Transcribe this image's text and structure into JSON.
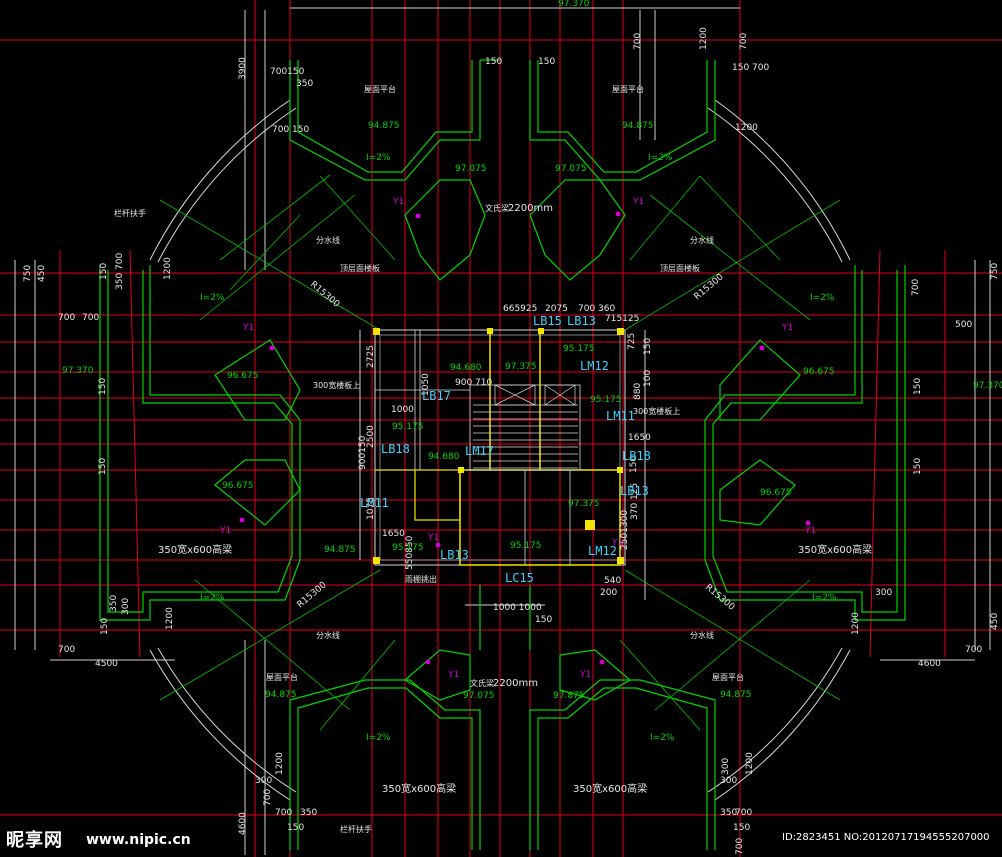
{
  "colors": {
    "background": "#000000",
    "axis_red": "#e0001a",
    "wall_green": "#00d400",
    "dim_white": "#e6e6e6",
    "label_yellow": "#f2e600",
    "room_white": "#d8d8d8",
    "cyan_label": "#34d4ff",
    "magenta": "#d000d0"
  },
  "dims": {
    "top_9737": "97.370",
    "left_3900": "3900",
    "left_700150": "700150",
    "left_350": "350",
    "left_700150b": "700 150",
    "right_700": "700",
    "right_1200": "1200",
    "right_700b": "700",
    "right_150700": "150 700",
    "right_1200b": "1200",
    "left_450": "450",
    "left_750": "750",
    "d_1200a": "1200",
    "d_350a": "350",
    "d_700a": "700",
    "d_150a": "150",
    "d_700700": "700",
    "d_700700b": "700",
    "right_750": "750",
    "right_450": "450",
    "right_500": "500",
    "c_150a": "150",
    "c_150b": "150",
    "c_150c": "150",
    "c_150d": "150",
    "c_150e": "150",
    "c_150f": "150",
    "d_4500": "4500",
    "d_4600": "4600",
    "d_4600b": "4600",
    "d_2725": "2725",
    "d_2500": "2500",
    "d_900150": "900150",
    "d_1075": "1075",
    "d_1000a": "1000",
    "d_1050": "1050",
    "d_900_710": "900 710",
    "d_1650a": "1650",
    "d_1650b": "1650",
    "d_550850": "550850",
    "d_1000_1000": "1000 1000",
    "d_150g": "150",
    "d_200": "200",
    "d_540": "540",
    "d_665925": "665925",
    "d_2075": "2075",
    "d_700360": "700 360",
    "d_715125": "715125",
    "d_2501300": "2501300",
    "d_3704125": "370 125",
    "d_300a": "300",
    "d_1200c": "1200",
    "d_700c": "700",
    "d_150h": "150",
    "d_300b": "300",
    "d_1200d": "1200",
    "d_700d": "700",
    "d_100": "100",
    "d_725": "725",
    "d_880": "880",
    "d_150i": "150",
    "d_150j": "150",
    "d_300c": "300",
    "d_700e": "700",
    "d_300d": "300",
    "d_350b": "350",
    "d_150k": "150",
    "d_350c": "350",
    "d_1200e": "1200",
    "d_700f": "700",
    "d_700g": "700",
    "d_150m": "150",
    "d_350d": "350",
    "d_700h": "700",
    "d_300e": "300",
    "d_1200f": "1200",
    "d_700i": "700"
  },
  "elevations": {
    "e_94875_tl": "94.875",
    "e_94875_tr": "94.875",
    "e_97075_l": "97.075",
    "e_97075_r": "97.075",
    "e_97370_l": "97.370",
    "e_97370_r": "97.370",
    "e_96675_l1": "96.675",
    "e_96675_l2": "96.675",
    "e_96675_r1": "96.675",
    "e_96675_r2": "96.675",
    "e_94680_a": "94.680",
    "e_94680_b": "94.680",
    "e_97375_a": "97.375",
    "e_97375_b": "97.375",
    "e_95175_a": "95.175",
    "e_95175_b": "95.175",
    "e_95175_c": "95.175",
    "e_95175_d": "95.175",
    "e_95175_e": "95.175",
    "e_94875_bl": "94.875",
    "e_94875_bl2": "94.875",
    "e_94875_br": "94.875",
    "e_97075_bl": "97.075",
    "e_97875_br": "97.875"
  },
  "beam_labels": {
    "lb15": "LB15",
    "lb13a": "LB13",
    "lm12a": "LM12",
    "lb17": "LB17",
    "lm11a": "LM11",
    "lb18a": "LB18",
    "lm17": "LM17",
    "lb18b": "LB18",
    "lb13b": "LB13",
    "lm11b": "LM11",
    "lb13c": "LB13",
    "lc15": "LC15",
    "lm12b": "LM12"
  },
  "markers": {
    "y1_a": "Y1",
    "y1_b": "Y1",
    "y1_c": "Y1",
    "y1_d": "Y1",
    "y1_e": "Y1",
    "y1_f": "Y1",
    "y1_g": "Y1",
    "y1_h": "Y1",
    "y1_i": "Y1",
    "y1_j": "Y1"
  },
  "slopes": {
    "s_tl": "I=2%",
    "s_tr": "I=2%",
    "s_l": "I=2%",
    "s_r": "I=2%",
    "s_bl": "I=2%",
    "s_br": "I=2%",
    "s_bl2": "I=2%",
    "s_br2": "I=2%"
  },
  "radius": {
    "r_tl": "R15300",
    "r_tr": "R15300",
    "r_bl": "R15300",
    "r_br": "R15300"
  },
  "beams": {
    "beam_bl": "350宽x600高梁",
    "beam_br": "350宽x600高梁",
    "beam_bl2": "350宽x600高梁",
    "beam_br2": "350宽x600高梁"
  },
  "notes": {
    "n_300_left": "300宽楼板上",
    "n_300_right": "300宽楼板上",
    "n_2200_top": "2200mm",
    "n_2200_bottom": "2200mm",
    "n_wen_top": "文氏梁",
    "n_wen_bottom": "文氏梁",
    "n_pingtai_tl": "屋面平台",
    "n_pingtai_tr": "屋面平台",
    "n_pingtai_bl": "屋面平台",
    "n_pingtai_br": "屋面平台",
    "n_fenshui_tl": "分水线",
    "n_fenshui_tr": "分水线",
    "n_fenshui_bl": "分水线",
    "n_fenshui_br": "分水线",
    "n_dingban_l": "顶层面楼板",
    "n_dingban_r": "顶层面楼板",
    "n_lanqi_tl": "栏杆扶手",
    "n_lanqi_br": "栏杆扶手",
    "n_yuanlan": "雨棚挑出"
  },
  "watermark": {
    "logo": "昵享网",
    "url": "www.nipic.cn",
    "id": "ID:2823451 NO:20120717194555207000"
  }
}
